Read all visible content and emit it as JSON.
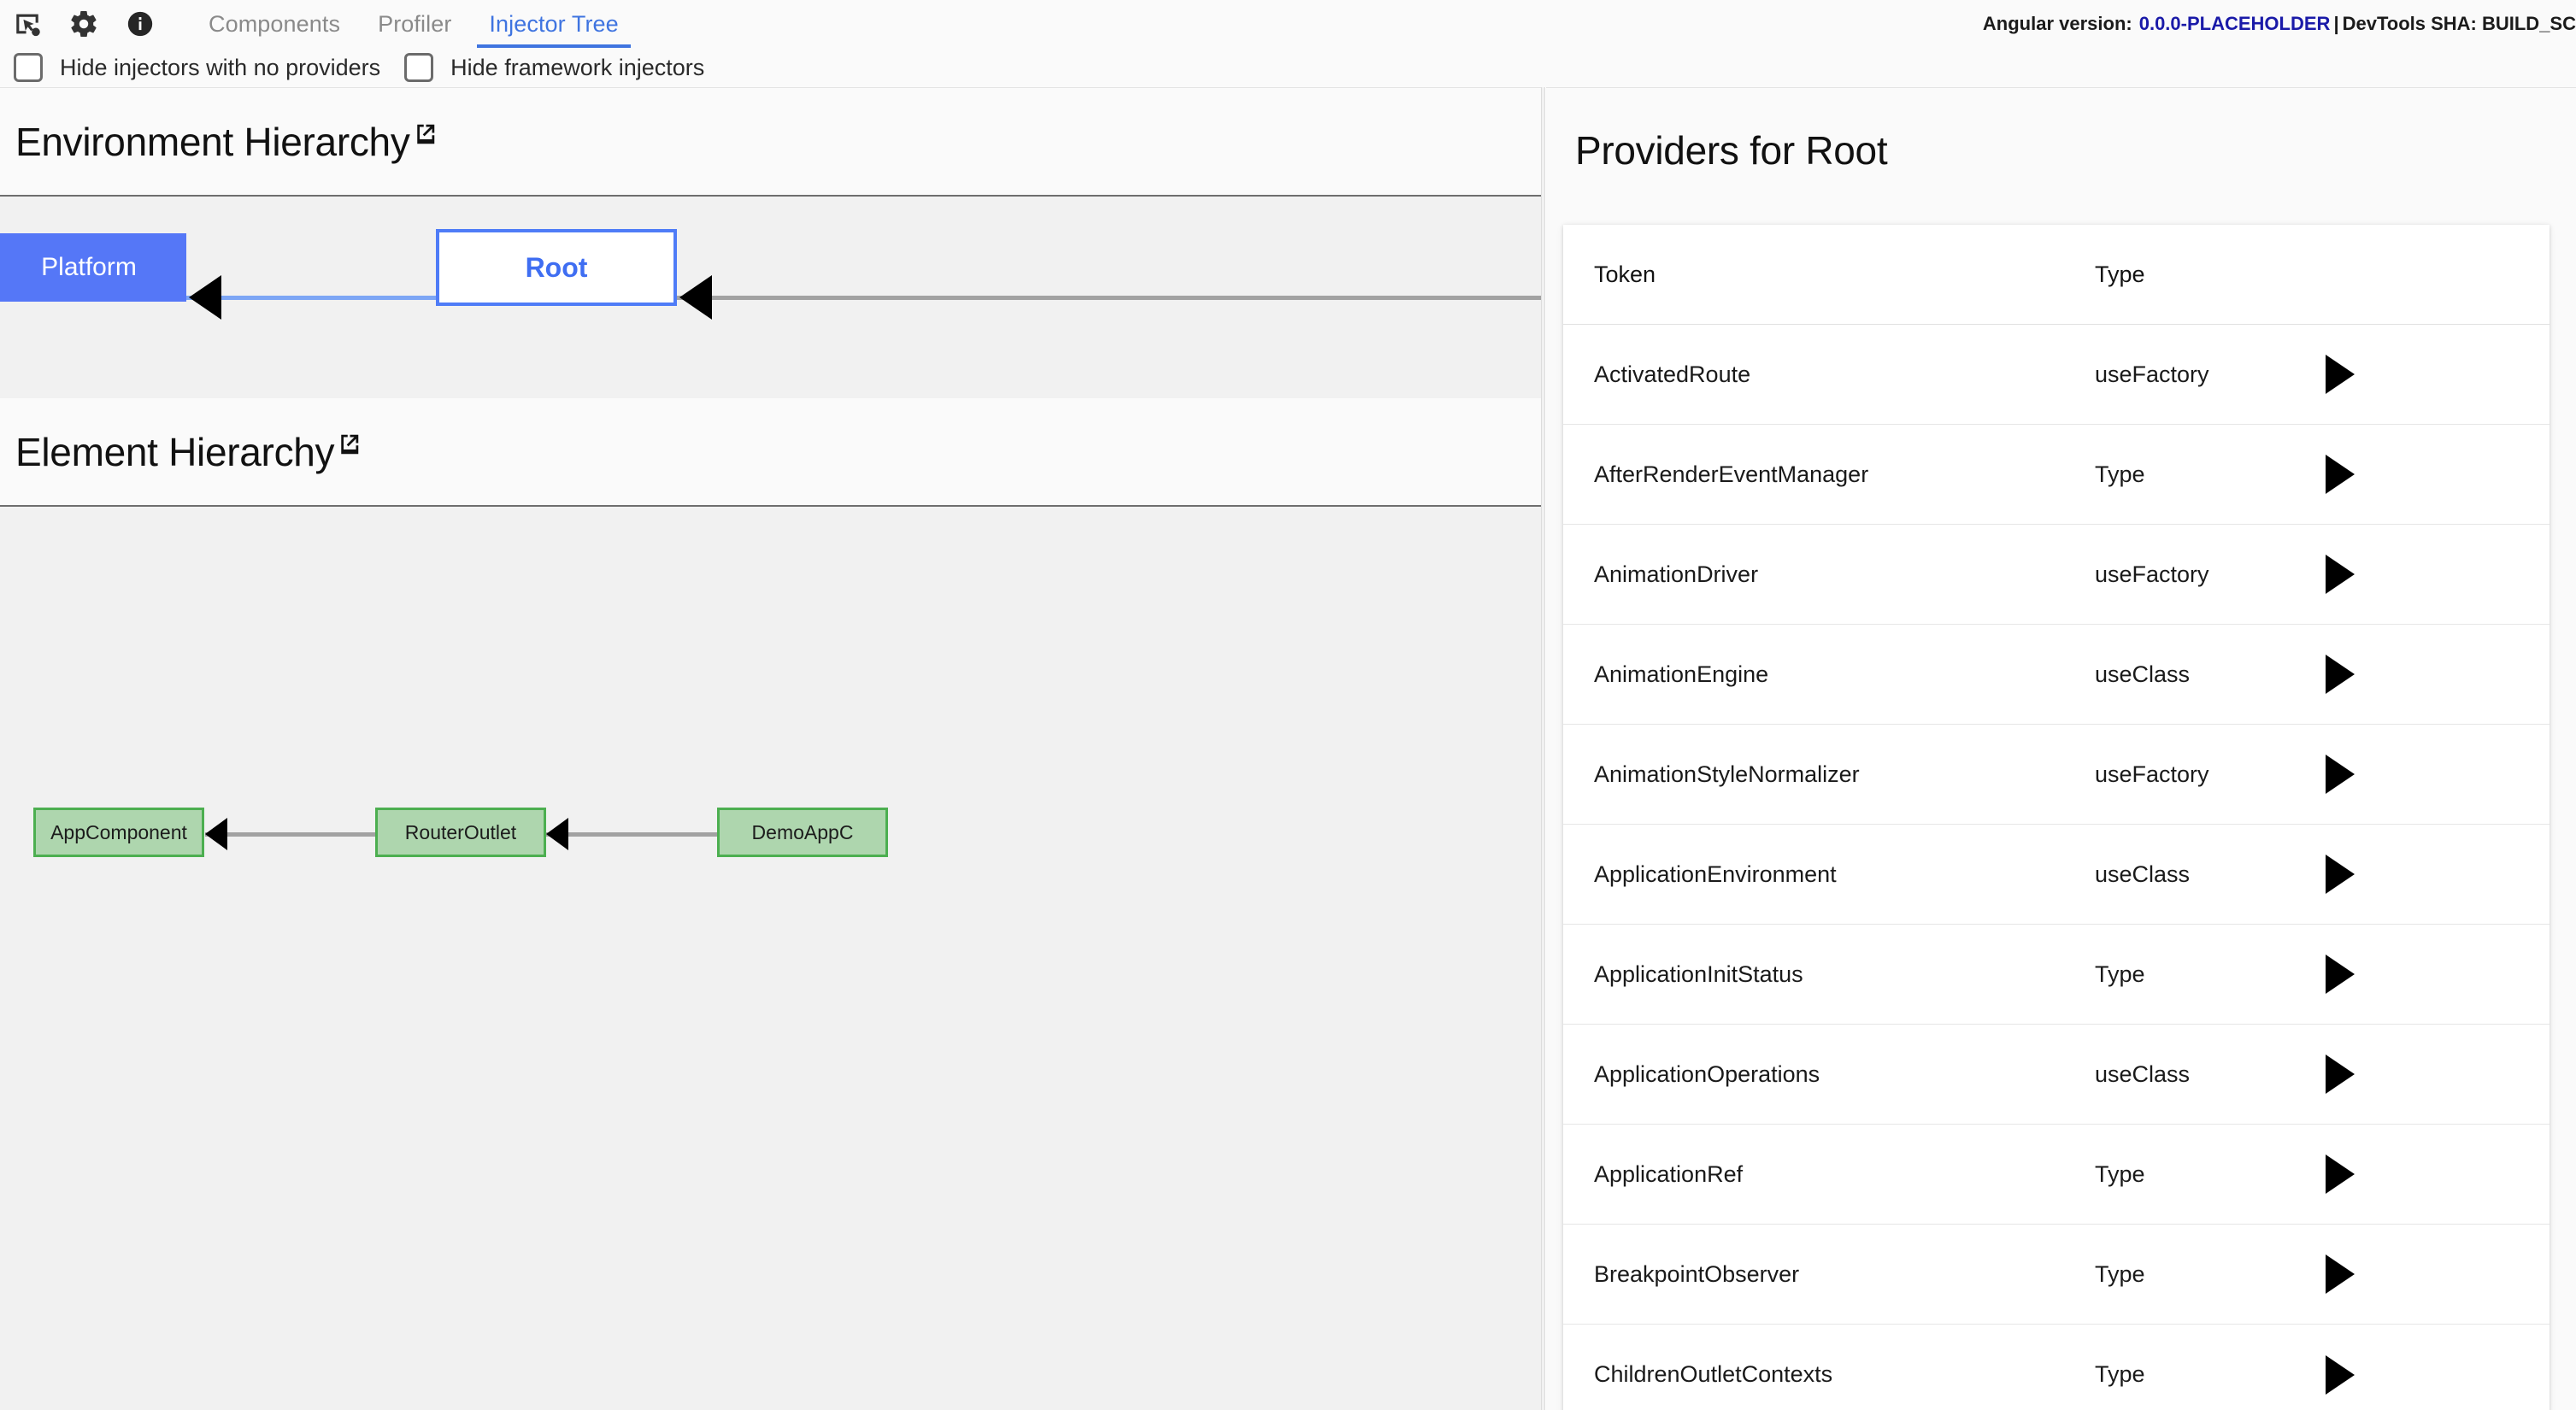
{
  "toolbar": {
    "icons": [
      {
        "name": "inspect-element-icon",
        "label": "Inspect element"
      },
      {
        "name": "settings-gear-icon",
        "label": "Settings"
      },
      {
        "name": "info-icon",
        "label": "About"
      }
    ],
    "tabs": [
      {
        "label": "Components",
        "active": false
      },
      {
        "label": "Profiler",
        "active": false
      },
      {
        "label": "Injector Tree",
        "active": true
      }
    ],
    "version_prefix": "Angular version:",
    "version_value": "0.0.0-PLACEHOLDER",
    "separator": "|",
    "sha_text": "DevTools SHA: BUILD_SC",
    "accent_color": "#3f74e0",
    "version_link_color": "#1a1aa8"
  },
  "filters": {
    "checkboxes": [
      {
        "label": "Hide injectors with no providers",
        "checked": false
      },
      {
        "label": "Hide framework injectors",
        "checked": false
      }
    ]
  },
  "environment_hierarchy": {
    "title": "Environment Hierarchy",
    "open_in_new_icon": "open-in-new-icon",
    "nodes": [
      {
        "id": "platform",
        "label": "Platform",
        "kind": "environment",
        "color": "#5577f7"
      },
      {
        "id": "root",
        "label": "Root",
        "kind": "environment-selected",
        "color": "#ffffff",
        "border": "#4f7cf7",
        "text_color": "#3f6ef2"
      }
    ],
    "edges": [
      {
        "from": "root",
        "to": "platform",
        "color": "#7da6f5"
      },
      {
        "from": "offscreen",
        "to": "root",
        "color": "#a2a2a2"
      }
    ]
  },
  "element_hierarchy": {
    "title": "Element Hierarchy",
    "open_in_new_icon": "open-in-new-icon",
    "nodes": [
      {
        "id": "appcomponent",
        "label": "AppComponent",
        "color": "#aed6ae",
        "border": "#4caf50"
      },
      {
        "id": "routeroutlet",
        "label": "RouterOutlet",
        "color": "#aed6ae",
        "border": "#4caf50"
      },
      {
        "id": "demoapp",
        "label": "DemoAppC",
        "color": "#aed6ae",
        "border": "#4caf50",
        "truncated": true
      }
    ],
    "edges": [
      {
        "from": "routeroutlet",
        "to": "appcomponent",
        "color": "#a2a2a2"
      },
      {
        "from": "demoapp",
        "to": "routeroutlet",
        "color": "#a2a2a2"
      }
    ]
  },
  "providers": {
    "title": "Providers for Root",
    "columns": [
      "Token",
      "Type"
    ],
    "rows": [
      {
        "token": "ActivatedRoute",
        "type": "useFactory"
      },
      {
        "token": "AfterRenderEventManager",
        "type": "Type"
      },
      {
        "token": "AnimationDriver",
        "type": "useFactory"
      },
      {
        "token": "AnimationEngine",
        "type": "useClass"
      },
      {
        "token": "AnimationStyleNormalizer",
        "type": "useFactory"
      },
      {
        "token": "ApplicationEnvironment",
        "type": "useClass"
      },
      {
        "token": "ApplicationInitStatus",
        "type": "Type"
      },
      {
        "token": "ApplicationOperations",
        "type": "useClass"
      },
      {
        "token": "ApplicationRef",
        "type": "Type"
      },
      {
        "token": "BreakpointObserver",
        "type": "Type"
      },
      {
        "token": "ChildrenOutletContexts",
        "type": "Type"
      }
    ],
    "row_action_icon": "navigate-arrow-icon"
  }
}
